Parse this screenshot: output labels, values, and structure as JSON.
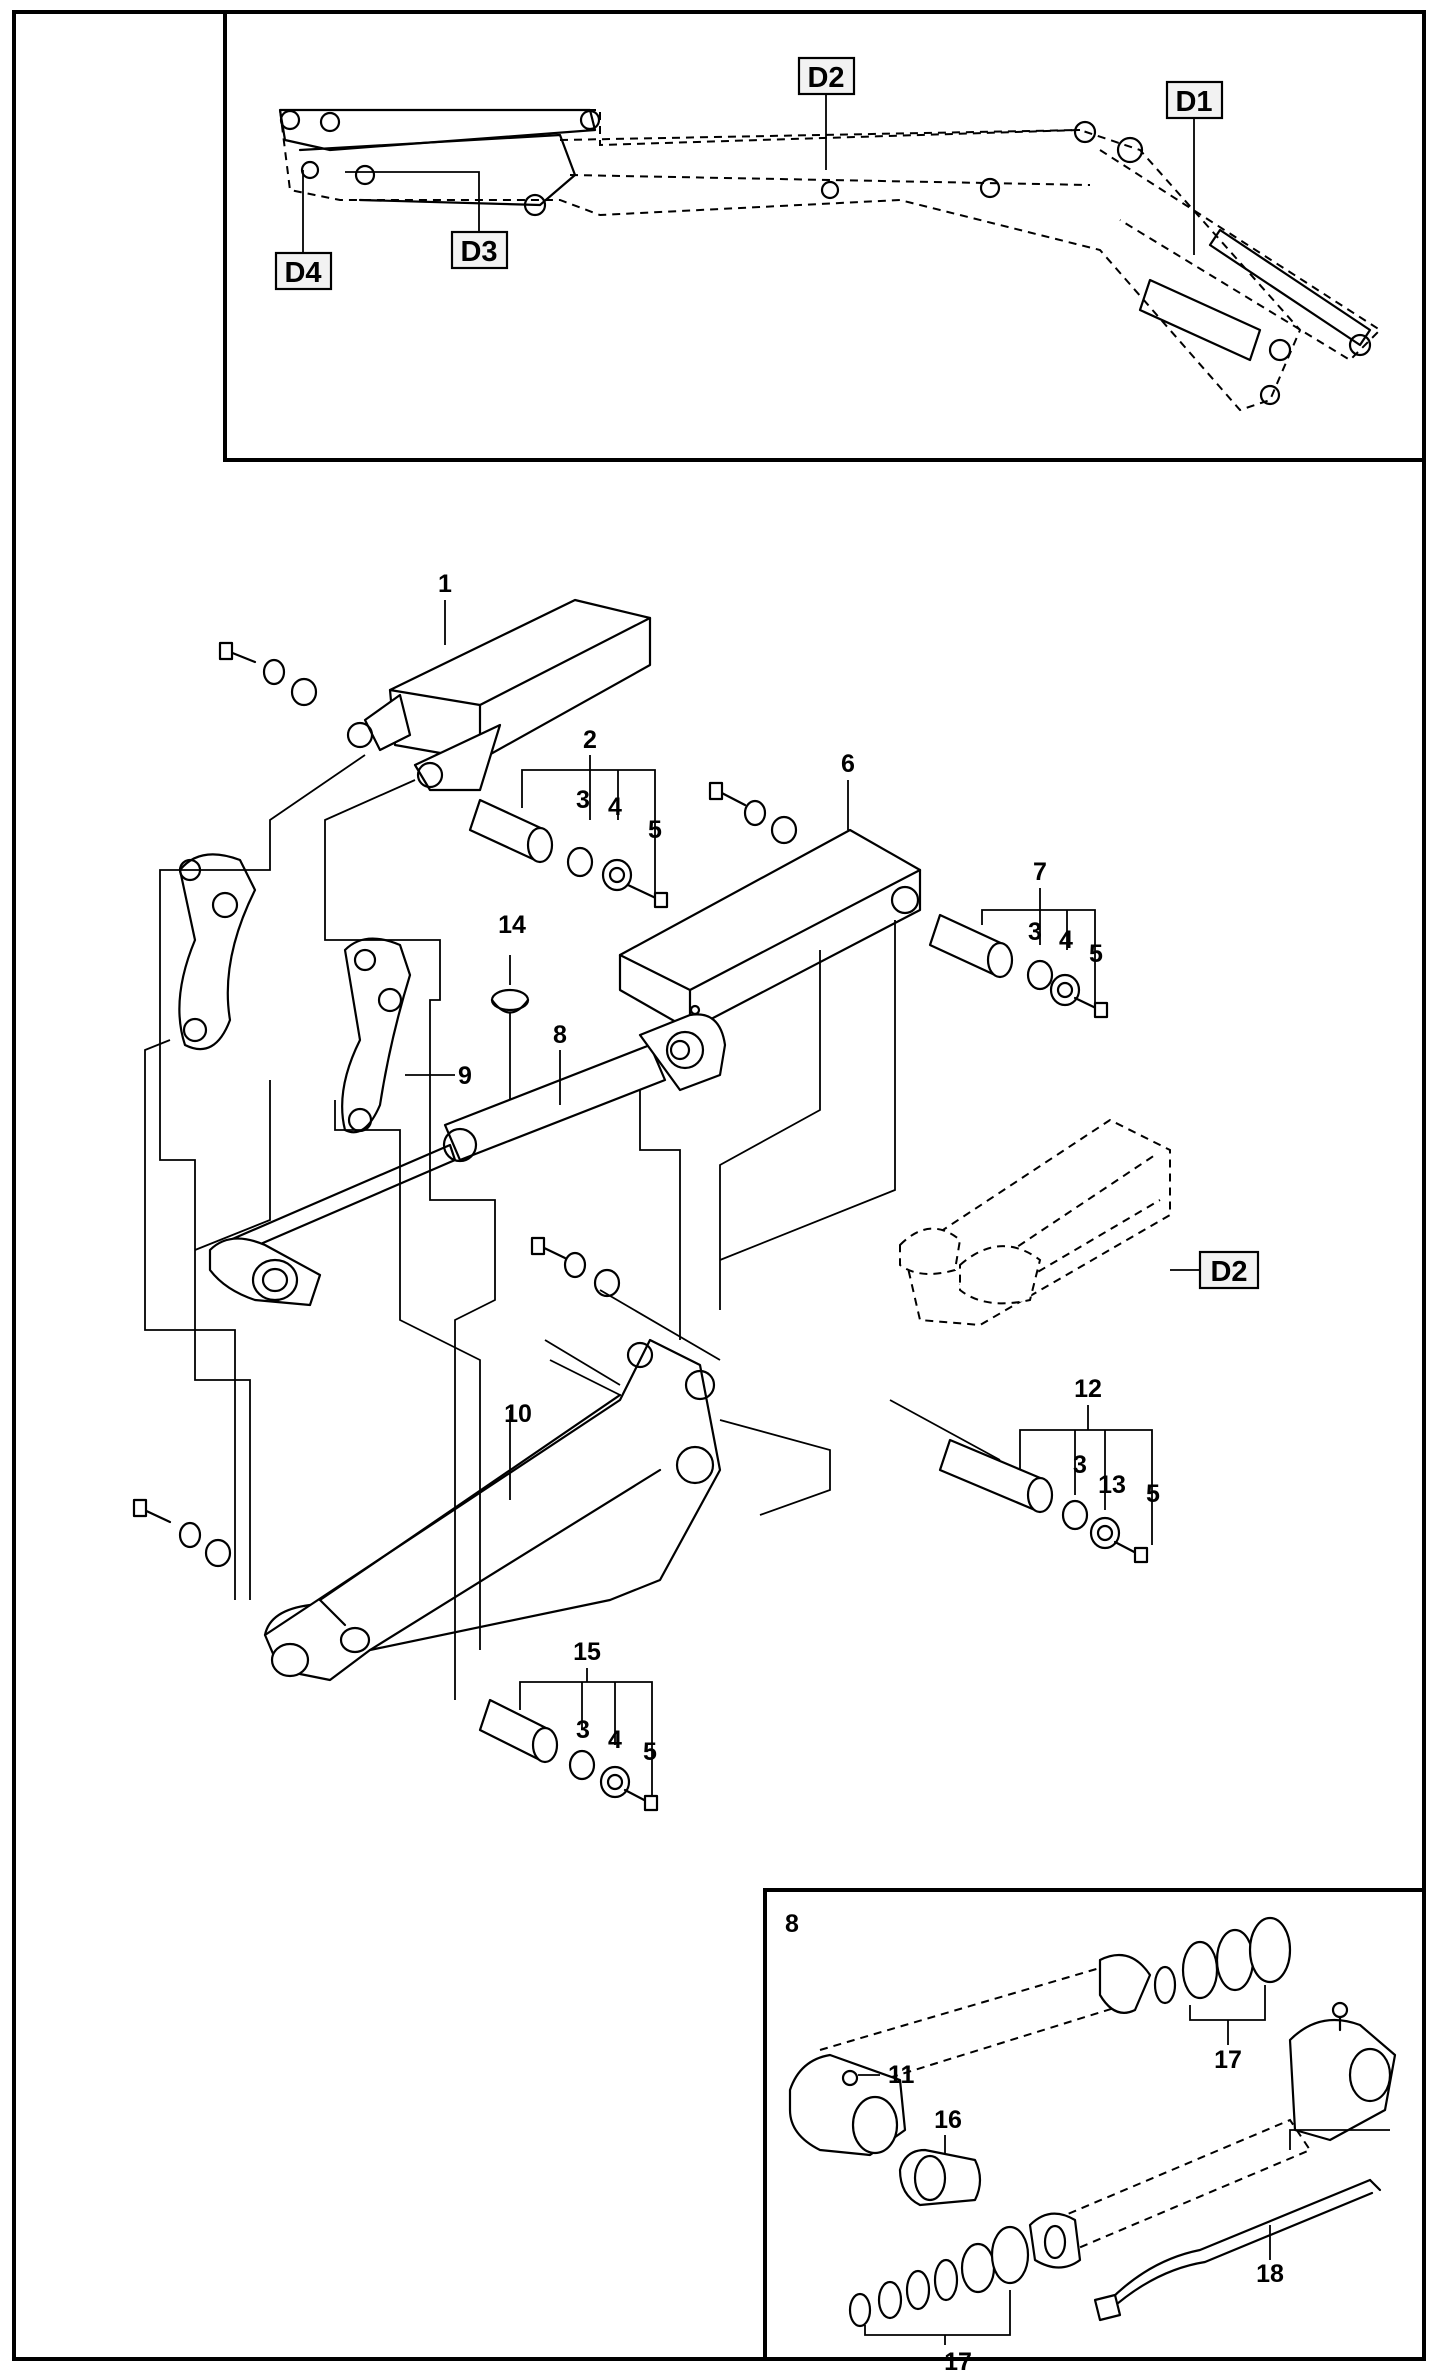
{
  "overview_labels": {
    "d1": "D1",
    "d2": "D2",
    "d3": "D3",
    "d4": "D4"
  },
  "reference_label": "D2",
  "callouts": {
    "c1": "1",
    "c2": "2",
    "c3a": "3",
    "c4a": "4",
    "c5a": "5",
    "c6": "6",
    "c7": "7",
    "c3b": "3",
    "c4b": "4",
    "c5b": "5",
    "c8": "8",
    "c9": "9",
    "c10": "10",
    "c12": "12",
    "c3c": "3",
    "c13": "13",
    "c5c": "5",
    "c14": "14",
    "c15": "15",
    "c3d": "3",
    "c4d": "4",
    "c5d": "5"
  },
  "detail": {
    "title": "8",
    "c11": "11",
    "c16": "16",
    "c17a": "17",
    "c17b": "17",
    "c18": "18"
  }
}
